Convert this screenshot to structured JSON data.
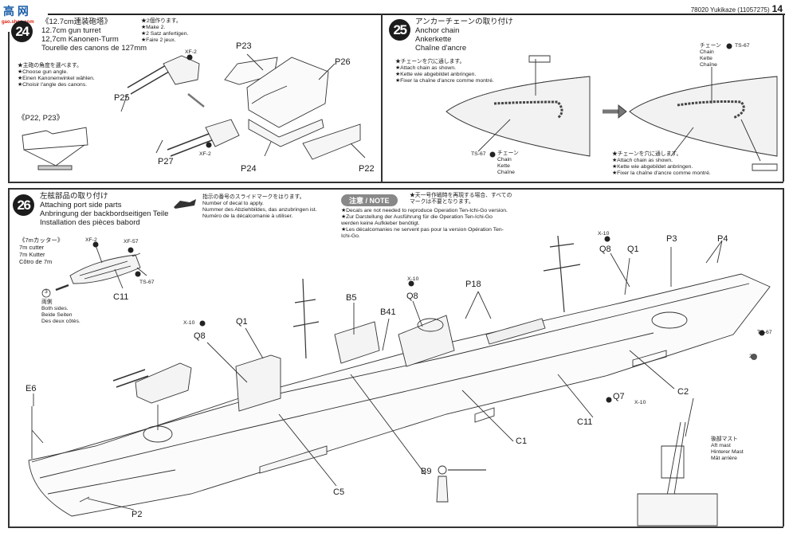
{
  "header": {
    "product": "78020 Yukikaze (11057275)",
    "page": "14"
  },
  "watermark": {
    "text": "高 网",
    "subtext": "gao.shoo.com"
  },
  "step24": {
    "number": "24",
    "title_jp": "《12.7cm連装砲塔》",
    "title_en": "12.7cm gun turret",
    "title_de": "12,7cm Kanonen-Turm",
    "title_fr": "Tourelle des canons de 127mm",
    "make_notes": [
      "★2個作ります。",
      "★Make 2.",
      "★2 Satz anfertigen.",
      "★Faire 2 jeux."
    ],
    "angle_notes": [
      "★主砲の角度を選べます。",
      "★Choose gun angle.",
      "★Einen Kanonenwinkel wählen.",
      "★Choisir l'angle des canons."
    ],
    "inset_label": "《P22, P23》",
    "paint": [
      "XF-2",
      "XF-2"
    ],
    "parts": [
      "P23",
      "P26",
      "P25",
      "P27",
      "P24",
      "P22"
    ]
  },
  "step25": {
    "number": "25",
    "title_jp": "アンカーチェーンの取り付け",
    "title_en": "Anchor chain",
    "title_de": "Ankerkette",
    "title_fr": "Chaîne d'ancre",
    "notes": [
      "★チェーンを穴に通します。",
      "★Attach chain as shown.",
      "★Kette wie abgebildet anbringen.",
      "★Fixer la chaîne d'ancre comme montré."
    ],
    "chain_label": [
      "チェーン",
      "Chain",
      "Kette",
      "Chaîne"
    ],
    "paint": "TS-67"
  },
  "step26": {
    "number": "26",
    "title_jp": "左舷部品の取り付け",
    "title_en": "Attaching port side parts",
    "title_de": "Anbringung der backbordseitigen Teile",
    "title_fr": "Installation des pièces babord",
    "decal_notes": [
      "指示の番号のスライドマークをはります。",
      "Number of decal to apply.",
      "Nummer des Abziehbildes, das anzubringen ist.",
      "Numéro de la décalcomanie à utiliser."
    ],
    "note_badge": "注意 / NOTE",
    "note_lines": [
      "★天一号作戦時を再現する場合、すべての",
      "マークは不要となります。",
      "★Decals are not needed to reproduce Operation Ten-Ichi-Go version.",
      "★Zur Darstellung der Ausführung für die Operation Ten-Ichi-Go",
      "werden keine Aufkleber benötigt.",
      "★Les décalcomanies ne servent pas pour la version Opération Ten-",
      "Ichi-Go."
    ],
    "cutter": {
      "title": [
        "《7mカッター》",
        "7m cutter",
        "7m Kutter",
        "Côtro de 7m"
      ],
      "paint": [
        "XF-2",
        "XF-57",
        "TS-67"
      ],
      "part": "C11",
      "decal": "3",
      "both_sides": [
        "両側",
        "Both sides.",
        "Beide Seiten",
        "Des deux côtés."
      ]
    },
    "alt_mast": [
      "後部マスト",
      "Aft mast",
      "Hinterer Mast",
      "Mât arrière"
    ],
    "paint_x10": "X-10",
    "decal_ref": "2",
    "parts": {
      "E6": "E6",
      "P2": "P2",
      "C5": "C5",
      "B9": "B9",
      "C1": "C1",
      "C11": "C11",
      "C2": "C2",
      "Q7": "Q7",
      "Q8a": "Q8",
      "Q1a": "Q1",
      "B5": "B5",
      "B41": "B41",
      "Q8b": "Q8",
      "P18": "P18",
      "Q8c": "Q8",
      "Q1b": "Q1",
      "P3": "P3",
      "P4": "P4"
    }
  }
}
